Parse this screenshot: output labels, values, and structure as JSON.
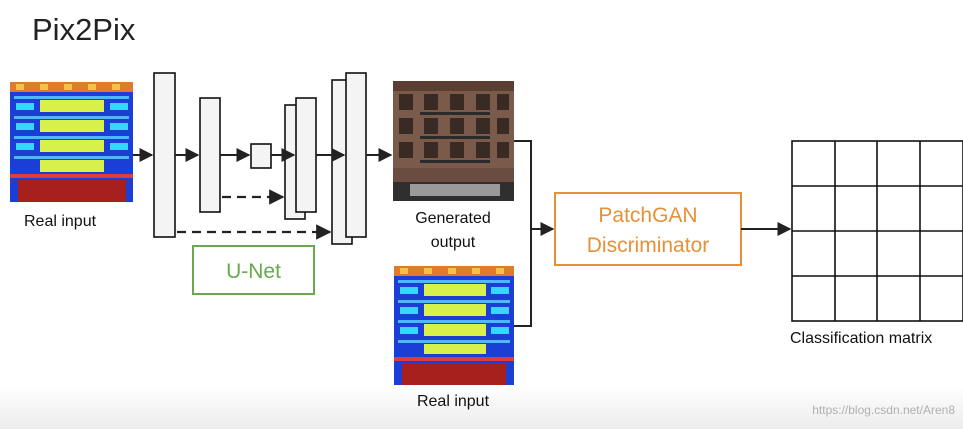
{
  "title": "Pix2Pix",
  "labels": {
    "real_input_left": "Real input",
    "generated_output_line1": "Generated",
    "generated_output_line2": "output",
    "real_input_bottom": "Real input",
    "unet": "U-Net",
    "patchgan_line1": "PatchGAN",
    "patchgan_line2": "Discriminator",
    "classification_matrix": "Classification matrix"
  },
  "watermark": "https://blog.csdn.net/Aren8",
  "colors": {
    "unet_box": "#6aa84f",
    "patchgan_box": "#e69138",
    "arrow": "#222222",
    "layer_block": "#f4f4f4"
  }
}
